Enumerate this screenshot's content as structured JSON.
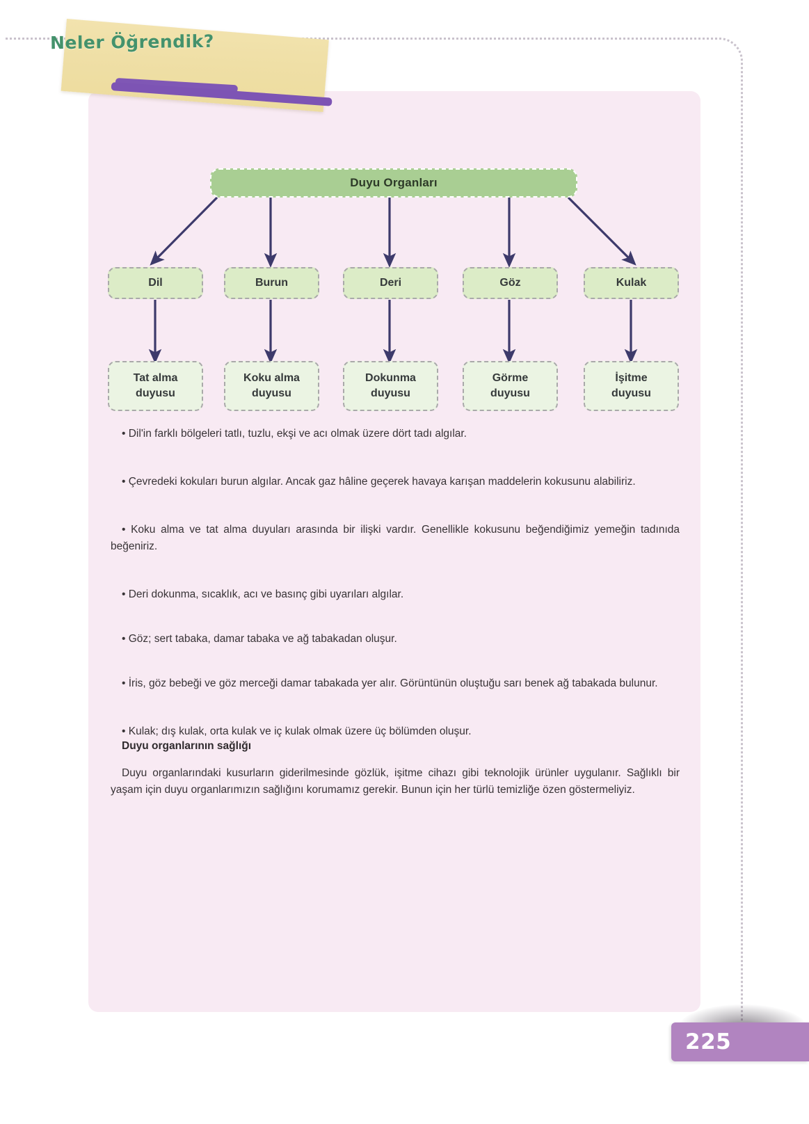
{
  "header": {
    "title": "Neler Öğrendik?"
  },
  "diagram": {
    "root": {
      "label": "Duyu Organları"
    },
    "organs": [
      {
        "label": "Dil"
      },
      {
        "label": "Burun"
      },
      {
        "label": "Deri"
      },
      {
        "label": "Göz"
      },
      {
        "label": "Kulak"
      }
    ],
    "senses": [
      {
        "line1": "Tat alma",
        "line2": "duyusu"
      },
      {
        "line1": "Koku alma",
        "line2": "duyusu"
      },
      {
        "line1": "Dokunma",
        "line2": "duyusu"
      },
      {
        "line1": "Görme",
        "line2": "duyusu"
      },
      {
        "line1": "İşitme",
        "line2": "duyusu"
      }
    ]
  },
  "body": {
    "bullets": [
      "• Dil'in farklı bölgeleri tatlı, tuzlu, ekşi ve acı olmak üzere dört tadı algılar.",
      "• Çevredeki kokuları burun algılar. Ancak gaz hâline geçerek havaya karışan maddelerin kokusunu alabiliriz.",
      "• Koku alma ve tat alma duyuları arasında bir ilişki vardır. Genellikle kokusunu beğendiğimiz yemeğin tadınıda beğeniriz.",
      "• Deri dokunma, sıcaklık, acı ve basınç gibi uyarıları algılar.",
      "• Göz; sert tabaka, damar tabaka ve ağ tabakadan oluşur.",
      "• İris, göz bebeği ve göz merceği damar tabakada yer alır. Görüntünün oluştuğu sarı benek ağ tabakada bulunur.",
      "• Kulak; dış kulak, orta kulak ve iç kulak olmak üzere üç bölümden oluşur."
    ],
    "section_heading": "Duyu organlarının sağlığı",
    "section_paragraph": "Duyu organlarındaki kusurların giderilmesinde gözlük, işitme cihazı gibi teknolojik ürünler uygulanır. Sağlıklı bir yaşam için duyu organlarımızın sağlığını korumamız gerekir. Bunun için her türlü temizliğe özen göstermeliyiz."
  },
  "footer": {
    "page_number": "225"
  },
  "colors": {
    "panel_background": "#f8eaf3",
    "root_node": "#a9ce93",
    "mid_node": "#dcecc7",
    "leaf_node": "#ebf4e3",
    "arrow": "#3d3a6b",
    "header_banner": "#efdfa6",
    "header_title_text": "#44926c",
    "accent_bar": "#7f57b5",
    "page_badge": "#b184c0"
  }
}
